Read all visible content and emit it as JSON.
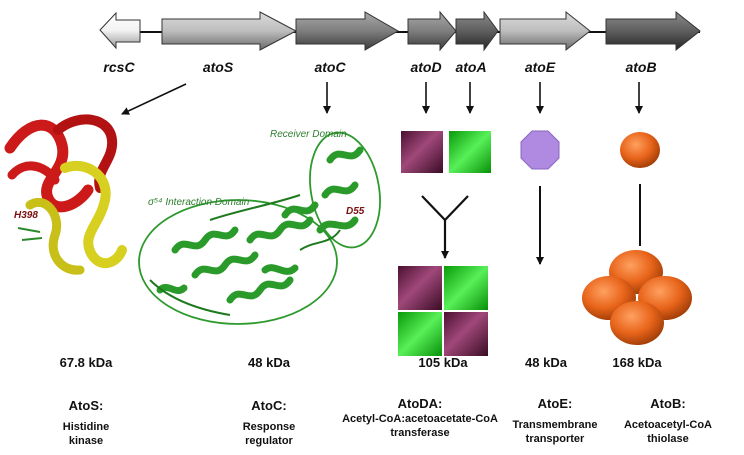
{
  "genes": [
    {
      "id": "rcsC",
      "label": "rcsC"
    },
    {
      "id": "atoS",
      "label": "atoS"
    },
    {
      "id": "atoC",
      "label": "atoC"
    },
    {
      "id": "atoD",
      "label": "atoD"
    },
    {
      "id": "atoA",
      "label": "atoA"
    },
    {
      "id": "atoE",
      "label": "atoE"
    },
    {
      "id": "atoB",
      "label": "atoB"
    }
  ],
  "structure_labels": {
    "receiver_domain": "Receiver Domain",
    "sigma_interaction_domain": "σ⁵⁴ Interaction Domain",
    "atos_residue": "H398",
    "atoc_residue": "D55"
  },
  "proteins": [
    {
      "mass": "67.8 kDa",
      "name": "AtoS:",
      "desc": [
        "Histidine",
        "kinase"
      ]
    },
    {
      "mass": "48 kDa",
      "name": "AtoC:",
      "desc": [
        "Response",
        "regulator"
      ]
    },
    {
      "mass": "105 kDa",
      "name": "AtoDA:",
      "desc": [
        "Acetyl-CoA:acetoacetate-CoA",
        "transferase"
      ]
    },
    {
      "mass": "48 kDa",
      "name": "AtoE:",
      "desc": [
        "Transmembrane",
        "transporter"
      ]
    },
    {
      "mass": "168 kDa",
      "name": "AtoB:",
      "desc": [
        "Acetoacetyl-CoA",
        "thiolase"
      ]
    }
  ],
  "colors": {
    "atoD_subunit": "#7a2a52",
    "atoA_subunit": "#1fd01f",
    "atoE_protein": "#b08ae0",
    "atoB_protein": "#e8641a",
    "protein_green": "#2a9a2a",
    "helix_red": "#cc1a1a",
    "helix_yellow": "#d8d020"
  }
}
